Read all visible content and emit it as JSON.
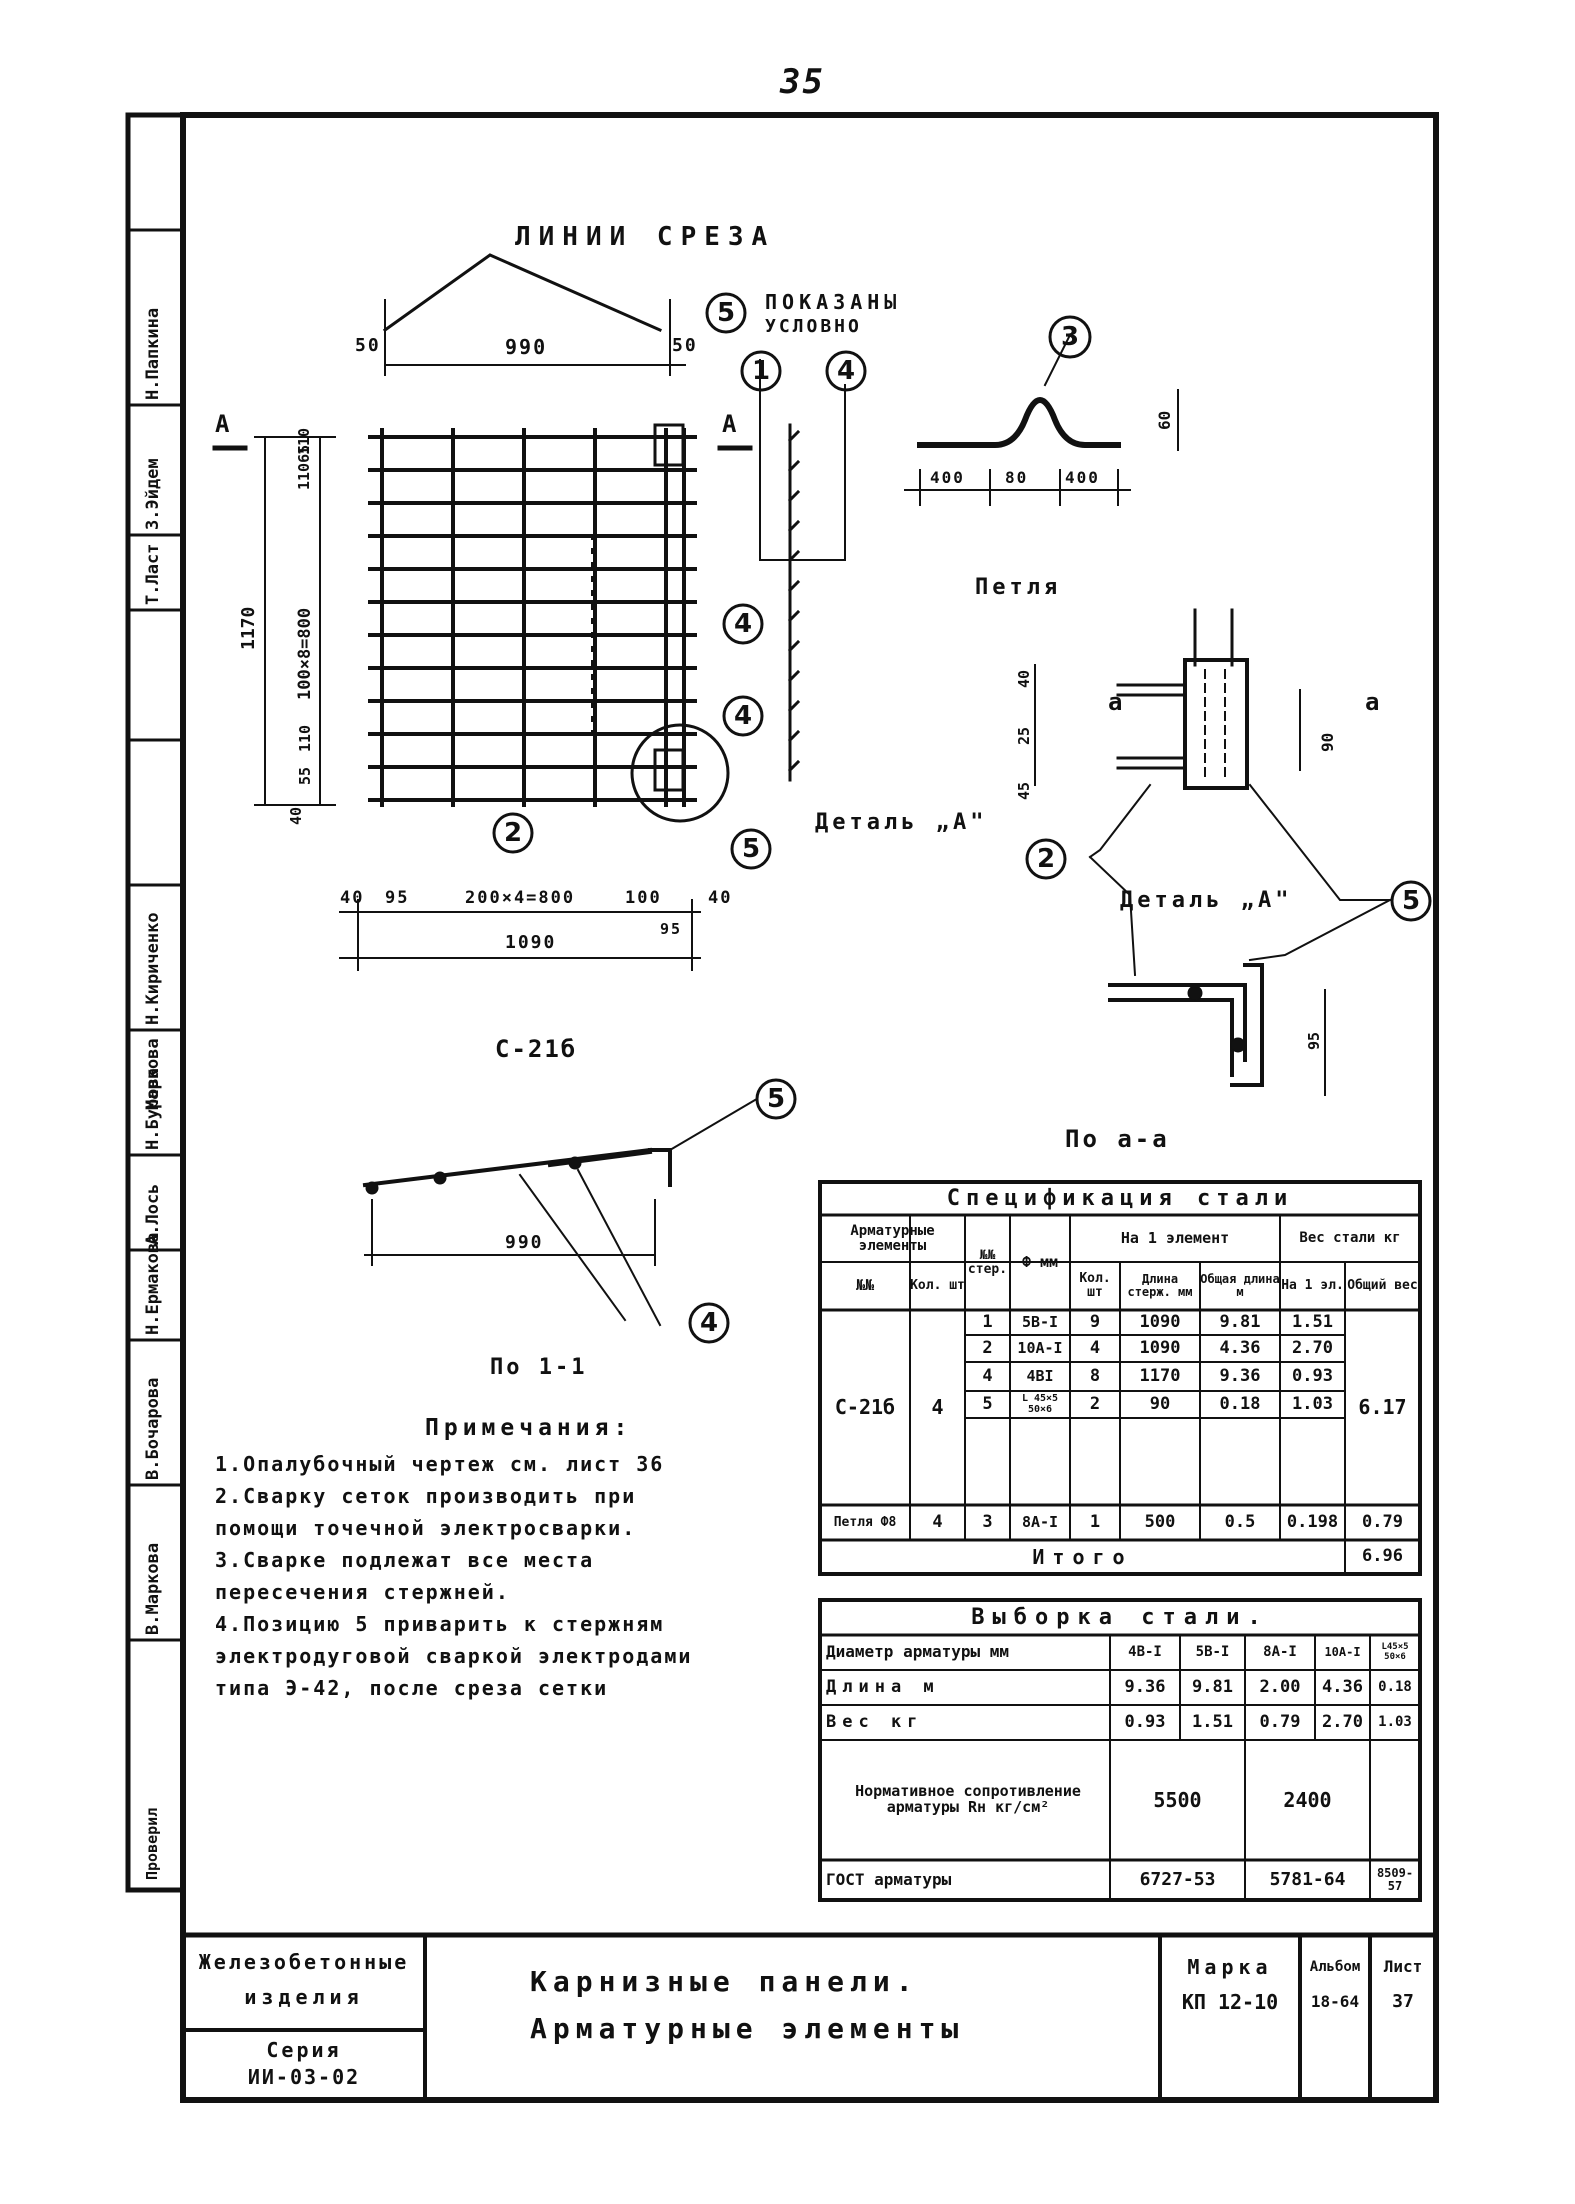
{
  "page_number": "35",
  "top_label_lines": "ЛИНИИ СРЕЗА",
  "top_label_shown": "ПОКАЗАНЫ",
  "top_label_conv": "УСЛОВНО",
  "section_mark": "А",
  "dims": {
    "top_left": "50",
    "top_mid": "990",
    "top_right": "50",
    "vert_total": "1170",
    "vert_a": "100×8=800",
    "vert_b": "11065",
    "vert_c": "110",
    "vert_d": "40",
    "vert_e": "55",
    "vert_f": "110",
    "bottom_a": "40",
    "bottom_b": "95",
    "bottom_c": "200×4=800",
    "bottom_d": "100",
    "bottom_e": "40",
    "bottom_f": "95",
    "bottom_total": "1090",
    "bar3_left": "400",
    "bar3_mid": "80",
    "bar3_right": "400",
    "bar3_h": "60",
    "rib_len": "990",
    "detail_top": "40",
    "detail_mid": "25",
    "detail_low": "45",
    "detail_h": "90",
    "detail_angle": "95"
  },
  "labels": {
    "mesh_mark": "С-21б",
    "detail_ref": "Деталь „А\"",
    "detail_title": "Деталь „А\"",
    "section_aa_label": "а",
    "rotated_label": "Петля",
    "section_11": "По 1-1",
    "section_aa": "По а-а"
  },
  "callouts": [
    "5",
    "1",
    "4",
    "3",
    "4",
    "4",
    "2",
    "5",
    "2",
    "5",
    "5",
    "4"
  ],
  "notes": {
    "title": "Примечания:",
    "lines": [
      "1.Опалубочный чертеж см. лист 36",
      "2.Сварку сеток производить при",
      "  помощи точечной электросварки.",
      "3.Сварке подлежат все места",
      "  пересечения стержней.",
      "4.Позицию 5 приварить к стержням",
      "  электродуговой сваркой электродами",
      "  типа Э-42, после среза сетки"
    ]
  },
  "spec_table": {
    "title": "Спецификация стали",
    "headers": {
      "elements": "Арматурные элементы",
      "pos": "№№ стер.",
      "dia": "Ф мм",
      "per_element": "На 1 элемент",
      "steel_weight": "Вес стали кг",
      "mark": "№№",
      "qty": "Кол. шт",
      "count": "Кол. шт",
      "bar_len": "Длина стерж. мм",
      "total_len": "Общая длина м",
      "per_one": "На 1 эл.",
      "total": "Общий вес"
    },
    "rows": [
      {
        "pos": "1",
        "dia": "5В-I",
        "count": "9",
        "bar_len": "1090",
        "total_len": "9.81",
        "per_one": "1.51"
      },
      {
        "pos": "2",
        "dia": "10А-I",
        "count": "4",
        "bar_len": "1090",
        "total_len": "4.36",
        "per_one": "2.70"
      },
      {
        "pos": "4",
        "dia": "4ВI",
        "count": "8",
        "bar_len": "1170",
        "total_len": "9.36",
        "per_one": "0.93"
      },
      {
        "pos": "5",
        "dia": "L 45×5 50×6",
        "count": "2",
        "bar_len": "90",
        "total_len": "0.18",
        "per_one": "1.03"
      }
    ],
    "group_mark": "С-21б",
    "group_qty": "4",
    "group_total": "6.17",
    "loop_row": {
      "mark": "Петля Ф8",
      "qty": "4",
      "pos": "3",
      "dia": "8А-I",
      "count": "1",
      "bar_len": "500",
      "total_len": "0.5",
      "per_one": "0.198",
      "total": "0.79"
    },
    "total_label": "Итого",
    "total_value": "6.96"
  },
  "sel_table": {
    "title": "Выборка стали.",
    "row_labels": {
      "diameter": "Диаметр арматуры мм",
      "length": "Длина м",
      "weight": "Вес кг",
      "resistance": "Нормативное сопротивление арматуры Rн кг/см²",
      "gost": "ГОСТ арматуры"
    },
    "diameters": [
      "4В-I",
      "5В-I",
      "8А-I",
      "10А-I",
      "L45×5 50×6"
    ],
    "lengths": [
      "9.36",
      "9.81",
      "2.00",
      "4.36",
      "0.18"
    ],
    "weights": [
      "0.93",
      "1.51",
      "0.79",
      "2.70",
      "1.03"
    ],
    "resistance_a": "5500",
    "resistance_b": "2400",
    "gost_a": "6727-53",
    "gost_b": "5781-64",
    "gost_c": "8509-57"
  },
  "title_block": {
    "org_line1": "Железобетонные",
    "org_line2": "изделия",
    "series_line1": "Серия",
    "series_line2": "ИИ-03-02",
    "title_line1": "Карнизные панели.",
    "title_line2": "Арматурные элементы",
    "mark_label": "Марка",
    "mark_value": "КП 12-10",
    "album_label": "Альбом",
    "album_value": "18-64",
    "sheet_label": "Лист",
    "sheet_value": "37"
  },
  "side_stamp": [
    "Н.Папкина",
    "З.Эйдем",
    "Т.Ласт",
    "Н.Кириченко",
    "Маркова",
    "Н.Бурова",
    "А.Лось",
    "Н.Ермакова",
    "В.Бочарова",
    "В.Маркова",
    "Проверил"
  ]
}
